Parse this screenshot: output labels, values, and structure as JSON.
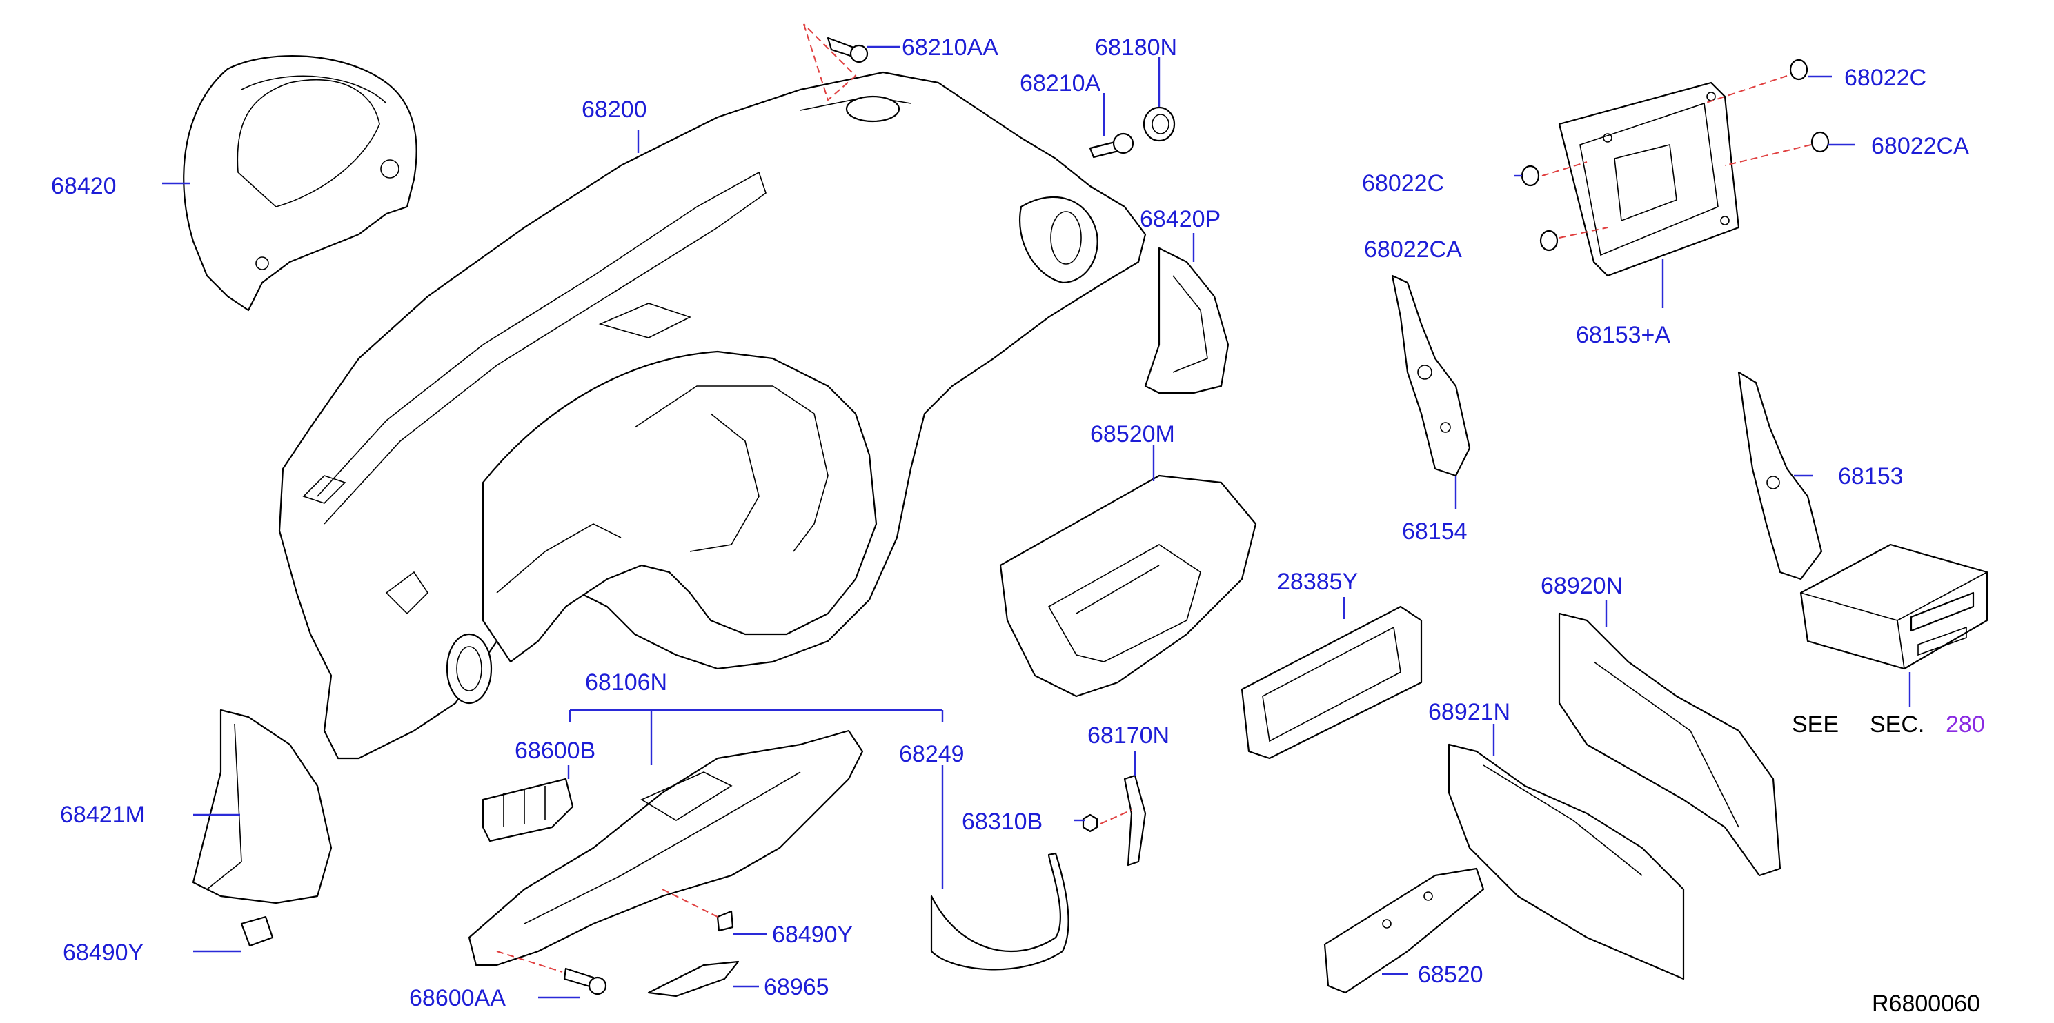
{
  "diagram": {
    "labels": {
      "p68210AA": "68210AA",
      "p68180N": "68180N",
      "p68210A": "68210A",
      "p68200": "68200",
      "p68420": "68420",
      "p68420P": "68420P",
      "p68022C_a": "68022C",
      "p68022CA_a": "68022CA",
      "p68022C_b": "68022C",
      "p68022CA_b": "68022CA",
      "p68153A": "68153+A",
      "p68153": "68153",
      "p68154": "68154",
      "p68520M": "68520M",
      "p28385Y": "28385Y",
      "p68920N": "68920N",
      "p68921N": "68921N",
      "p68106N": "68106N",
      "p68600B": "68600B",
      "p68249": "68249",
      "p68170N": "68170N",
      "p68310B": "68310B",
      "p68421M": "68421M",
      "p68490Y_a": "68490Y",
      "p68490Y_b": "68490Y",
      "p68965": "68965",
      "p68600AA": "68600AA",
      "p68520": "68520"
    },
    "see_ref": {
      "see": "SEE",
      "sec": "SEC.",
      "num": "280"
    },
    "ref_code": "R6800060",
    "colors": {
      "label": "#1d1dd6",
      "leader": "#2a2ad8",
      "dashed_line": "#e04040",
      "sec_number": "#8a2be2",
      "outline": "#000000"
    }
  }
}
